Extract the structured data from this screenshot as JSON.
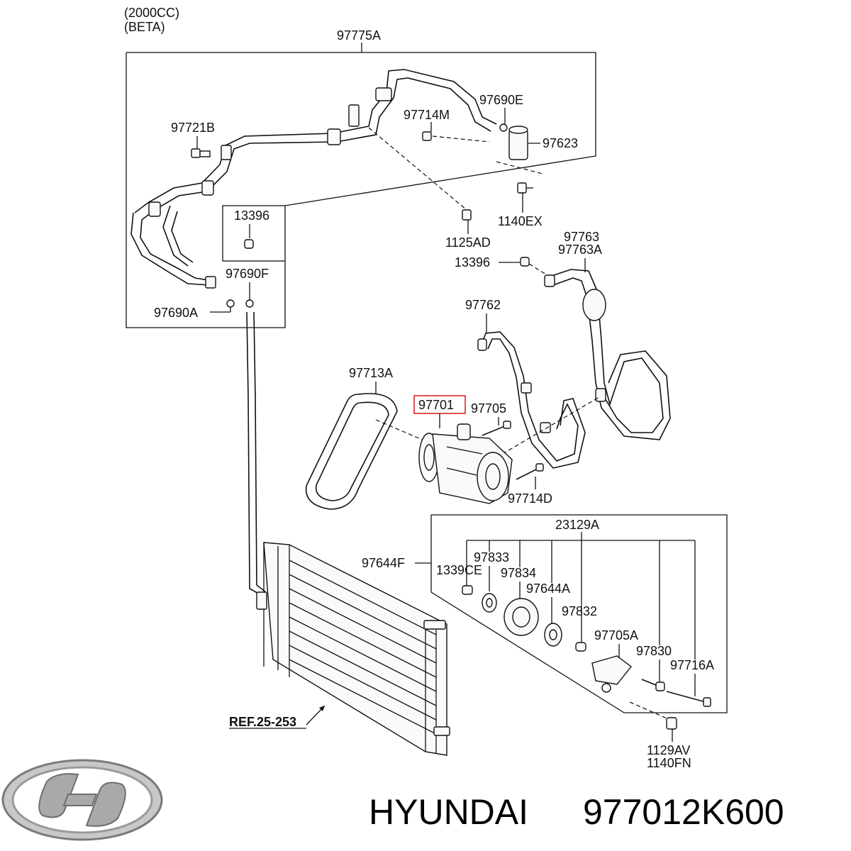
{
  "header": {
    "engine": "(2000CC)",
    "variant": "(BETA)"
  },
  "labels": {
    "p97775A": "97775A",
    "p97721B": "97721B",
    "p97714M": "97714M",
    "p97690E": "97690E",
    "p97623": "97623",
    "p13396_box": "13396",
    "p1140EX": "1140EX",
    "p1125AD": "1125AD",
    "p97763": "97763",
    "p97763A": "97763A",
    "p13396": "13396",
    "p97690F": "97690F",
    "p97690A": "97690A",
    "p97762": "97762",
    "p97713A": "97713A",
    "p97701": "97701",
    "p97705": "97705",
    "p97714D": "97714D",
    "p23129A": "23129A",
    "p97644F": "97644F",
    "p97833": "97833",
    "p1339CE": "1339CE",
    "p97834": "97834",
    "p97644A": "97644A",
    "p97832": "97832",
    "p97705A": "97705A",
    "p97830": "97830",
    "p97716A": "97716A",
    "ref": "REF.25-253",
    "p1129AV": "1129AV",
    "p1140FN": "1140FN"
  },
  "highlight_color": "#d9262b",
  "brand": {
    "name": "HYUNDAI",
    "part_number": "977012K600",
    "logo": "hyundai-logo"
  }
}
